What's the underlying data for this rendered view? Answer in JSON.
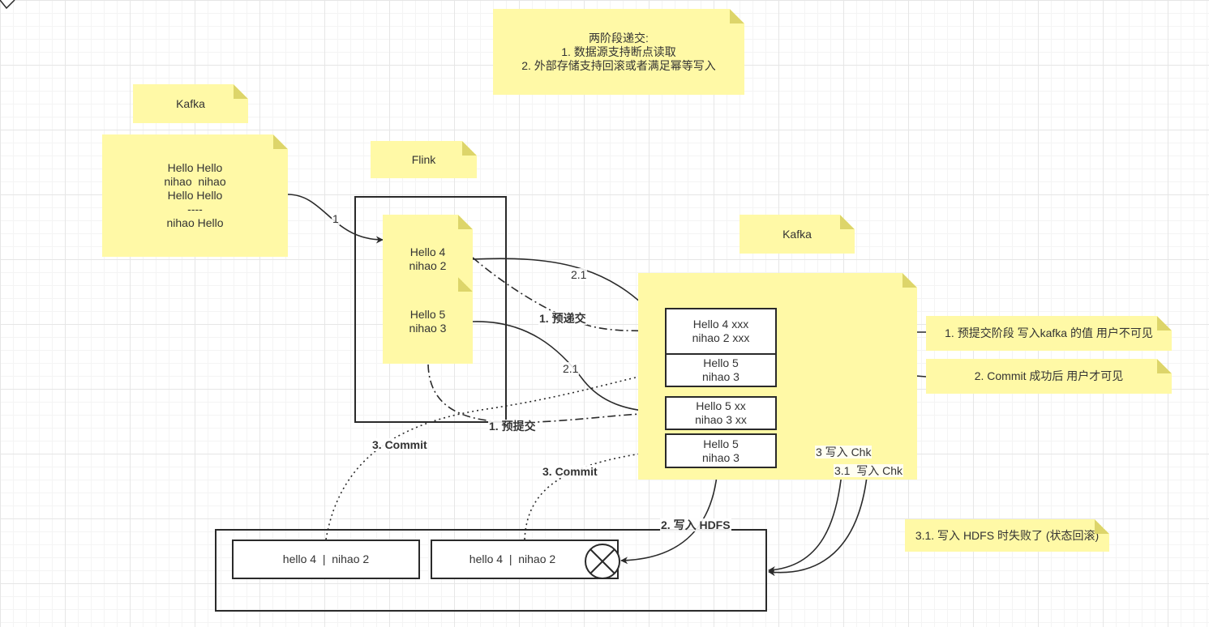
{
  "notes": {
    "two_phase": [
      "两阶段递交:",
      "1. 数据源支持断点读取",
      "2. 外部存储支持回滚或者满足幂等写入"
    ],
    "kafka_source_title": "Kafka",
    "kafka_source_data": [
      "Hello Hello",
      "nihao  nihao",
      "Hello Hello",
      "----",
      "nihao Hello"
    ],
    "flink_title": "Flink",
    "flink_state_a": [
      "Hello 4",
      "nihao 2"
    ],
    "flink_state_b": [
      "Hello 5",
      "nihao 3"
    ],
    "kafka_sink_title": "Kafka",
    "note_precommit": "1. 预提交阶段 写入kafka 的值 用户不可见",
    "note_commit": "2. Commit 成功后 用户才可见",
    "note_hdfs_fail": "3.1. 写入 HDFS 时失败了 (状态回滚)"
  },
  "kafka_cells": [
    [
      "Hello 4 xxx",
      "nihao 2 xxx"
    ],
    [
      "Hello 5",
      "nihao 3"
    ],
    [
      "Hello 5 xx",
      "nihao 3 xx"
    ],
    [
      "Hello 5",
      "nihao 3"
    ]
  ],
  "hdfs_cells": [
    "hello 4  |  nihao 2",
    "hello 4  |  nihao 2"
  ],
  "edge_labels": {
    "read": "1",
    "write_a": "2.1",
    "write_b": "2.1",
    "prewrite_a": "1. 预递交",
    "prewrite_b": "1. 预提交",
    "commit_a": "3. Commit",
    "commit_b": "3. Commit",
    "write_hdfs": "2. 写入 HDFS",
    "write_chk": "3 写入 Chk",
    "write_chk_b": "3.1  写入 Chk"
  },
  "colors": {
    "note_fill": "#fff9a6",
    "stroke": "#2a2a2a"
  }
}
